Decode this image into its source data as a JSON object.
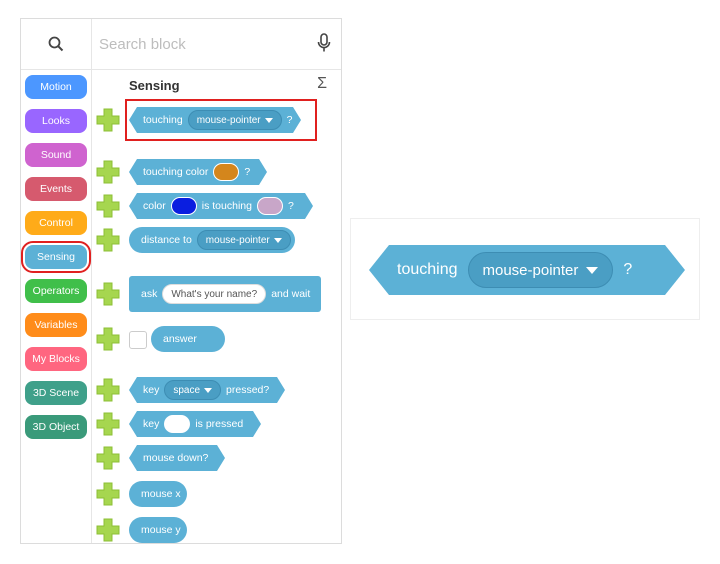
{
  "search": {
    "placeholder": "Search block"
  },
  "categories": [
    {
      "label": "Motion",
      "color": "#4c97ff"
    },
    {
      "label": "Looks",
      "color": "#9966ff"
    },
    {
      "label": "Sound",
      "color": "#cf63cf"
    },
    {
      "label": "Events",
      "color": "#d65a6e"
    },
    {
      "label": "Control",
      "color": "#ffab19"
    },
    {
      "label": "Sensing",
      "color": "#5cb1d6"
    },
    {
      "label": "Operators",
      "color": "#40bf4a"
    },
    {
      "label": "Variables",
      "color": "#ff8c1a"
    },
    {
      "label": "My Blocks",
      "color": "#ff6680"
    },
    {
      "label": "3D Scene",
      "color": "#3fa08a"
    },
    {
      "label": "3D Object",
      "color": "#3a9a7a"
    }
  ],
  "section_title": "Sensing",
  "blocks": {
    "touching": {
      "text": "touching",
      "menu": "mouse-pointer",
      "q": "?"
    },
    "touching_color": {
      "text": "touching color",
      "q": "?",
      "swatch": "#d4861c"
    },
    "color_touching": {
      "text": "color",
      "mid": "is touching",
      "q": "?",
      "swatch1": "#0a1ee0",
      "swatch2": "#c8a6c8"
    },
    "distance": {
      "text": "distance to",
      "menu": "mouse-pointer"
    },
    "ask": {
      "text": "ask",
      "input": "What's your name?",
      "tail": "and wait"
    },
    "answer": {
      "text": "answer"
    },
    "key_pressed": {
      "text": "key",
      "menu": "space",
      "tail": "pressed?"
    },
    "key_is_pressed": {
      "text": "key",
      "tail": "is pressed"
    },
    "mouse_down": {
      "text": "mouse down?"
    },
    "mouse_x": {
      "text": "mouse x"
    },
    "mouse_y": {
      "text": "mouse y"
    }
  },
  "zoom": {
    "text": "touching",
    "menu": "mouse-pointer",
    "q": "?"
  }
}
